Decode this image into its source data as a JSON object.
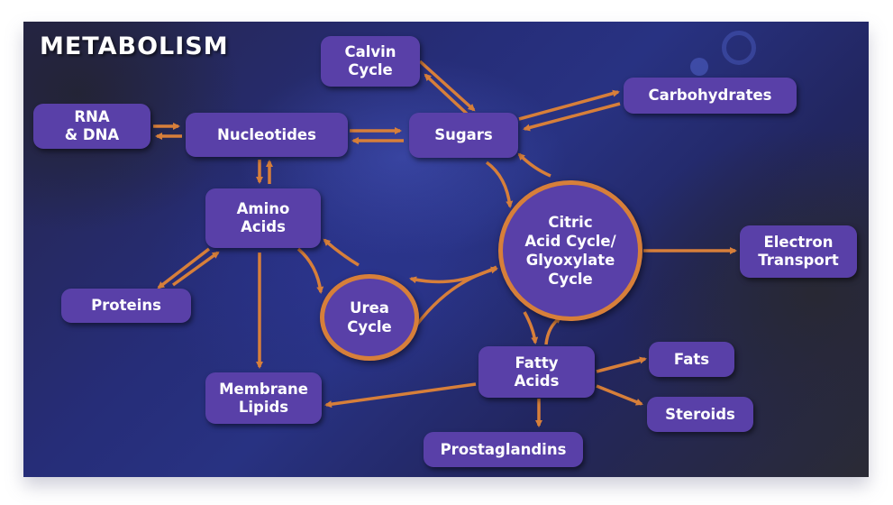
{
  "title": "METABOLISM",
  "colors": {
    "node_fill": "#5940a8",
    "arrow": "#d77f3a",
    "text": "#ffffff"
  },
  "nodes": {
    "rna_dna": "RNA\n& DNA",
    "nucleotides": "Nucleotides",
    "calvin_cycle": "Calvin\nCycle",
    "sugars": "Sugars",
    "carbohydrates": "Carbohydrates",
    "amino_acids": "Amino\nAcids",
    "proteins": "Proteins",
    "urea_cycle": "Urea\nCycle",
    "citric_acid_cycle": "Citric\nAcid Cycle/\nGlyoxylate\nCycle",
    "electron_transport": "Electron\nTransport",
    "membrane_lipids": "Membrane\nLipids",
    "fatty_acids": "Fatty\nAcids",
    "fats": "Fats",
    "steroids": "Steroids",
    "prostaglandins": "Prostaglandins"
  },
  "edges": [
    {
      "from": "rna_dna",
      "to": "nucleotides",
      "bidirectional": true
    },
    {
      "from": "nucleotides",
      "to": "sugars",
      "bidirectional": true
    },
    {
      "from": "nucleotides",
      "to": "amino_acids",
      "bidirectional": true
    },
    {
      "from": "calvin_cycle",
      "to": "sugars",
      "bidirectional": true
    },
    {
      "from": "sugars",
      "to": "carbohydrates",
      "bidirectional": true
    },
    {
      "from": "sugars",
      "to": "citric_acid_cycle",
      "bidirectional": true
    },
    {
      "from": "amino_acids",
      "to": "proteins",
      "bidirectional": true
    },
    {
      "from": "amino_acids",
      "to": "membrane_lipids",
      "bidirectional": false
    },
    {
      "from": "amino_acids",
      "to": "urea_cycle",
      "bidirectional": false
    },
    {
      "from": "urea_cycle",
      "to": "amino_acids",
      "bidirectional": false
    },
    {
      "from": "citric_acid_cycle",
      "to": "urea_cycle",
      "bidirectional": true
    },
    {
      "from": "citric_acid_cycle",
      "to": "electron_transport",
      "bidirectional": false
    },
    {
      "from": "citric_acid_cycle",
      "to": "fatty_acids",
      "bidirectional": true
    },
    {
      "from": "fatty_acids",
      "to": "membrane_lipids",
      "bidirectional": false
    },
    {
      "from": "fatty_acids",
      "to": "fats",
      "bidirectional": false
    },
    {
      "from": "fatty_acids",
      "to": "steroids",
      "bidirectional": false
    },
    {
      "from": "fatty_acids",
      "to": "prostaglandins",
      "bidirectional": false
    }
  ]
}
